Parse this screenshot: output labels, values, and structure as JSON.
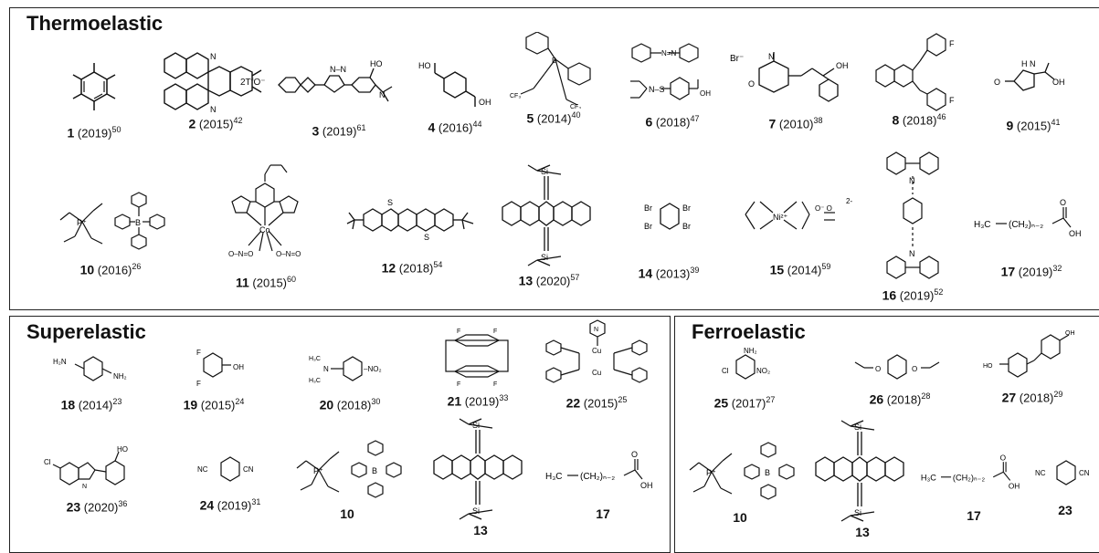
{
  "panels": {
    "thermo": {
      "title": "Thermoelastic"
    },
    "super": {
      "title": "Superelastic"
    },
    "ferro": {
      "title": "Ferroelastic"
    }
  },
  "thermo": [
    {
      "num": "1",
      "year": "(2019)",
      "ref": "50"
    },
    {
      "num": "2",
      "year": "(2015)",
      "ref": "42"
    },
    {
      "num": "3",
      "year": "(2019)",
      "ref": "61"
    },
    {
      "num": "4",
      "year": "(2016)",
      "ref": "44"
    },
    {
      "num": "5",
      "year": "(2014)",
      "ref": "40"
    },
    {
      "num": "6",
      "year": "(2018)",
      "ref": "47"
    },
    {
      "num": "7",
      "year": "(2010)",
      "ref": "38"
    },
    {
      "num": "8",
      "year": "(2018)",
      "ref": "46"
    },
    {
      "num": "9",
      "year": "(2015)",
      "ref": "41"
    },
    {
      "num": "10",
      "year": "(2016)",
      "ref": "26"
    },
    {
      "num": "11",
      "year": "(2015)",
      "ref": "60"
    },
    {
      "num": "12",
      "year": "(2018)",
      "ref": "54"
    },
    {
      "num": "13",
      "year": "(2020)",
      "ref": "57"
    },
    {
      "num": "14",
      "year": "(2013)",
      "ref": "39"
    },
    {
      "num": "15",
      "year": "(2014)",
      "ref": "59"
    },
    {
      "num": "16",
      "year": "(2019)",
      "ref": "52"
    },
    {
      "num": "17",
      "year": "(2019)",
      "ref": "32"
    }
  ],
  "super": [
    {
      "num": "18",
      "year": "(2014)",
      "ref": "23"
    },
    {
      "num": "19",
      "year": "(2015)",
      "ref": "24"
    },
    {
      "num": "20",
      "year": "(2018)",
      "ref": "30"
    },
    {
      "num": "21",
      "year": "(2019)",
      "ref": "33"
    },
    {
      "num": "22",
      "year": "(2015)",
      "ref": "25"
    },
    {
      "num": "23",
      "year": "(2020)",
      "ref": "36"
    },
    {
      "num": "24",
      "year": "(2019)",
      "ref": "31"
    },
    {
      "num": "10"
    },
    {
      "num": "13"
    },
    {
      "num": "17"
    }
  ],
  "ferro": [
    {
      "num": "25",
      "year": "(2017)",
      "ref": "27"
    },
    {
      "num": "26",
      "year": "(2018)",
      "ref": "28"
    },
    {
      "num": "27",
      "year": "(2018)",
      "ref": "29"
    },
    {
      "num": "10"
    },
    {
      "num": "13"
    },
    {
      "num": "17"
    },
    {
      "num": "23"
    }
  ],
  "struct_text": {
    "tfo": "2TfO⁻",
    "br": "Br⁻",
    "ch3": "H₃C",
    "ch2": "(CH₂)ₙ₋₂",
    "oh": "OH",
    "nh2": "NH₂",
    "no2": "NO₂",
    "cl": "Cl",
    "f": "F",
    "cn": "CN",
    "nc": "NC",
    "ho": "HO",
    "si": "Si",
    "co": "Co",
    "ni": "Ni²⁺",
    "cu": "Cu",
    "b": "B",
    "p": "P⁺",
    "s": "S",
    "n": "N",
    "o": "O",
    "charge2": "2-"
  }
}
